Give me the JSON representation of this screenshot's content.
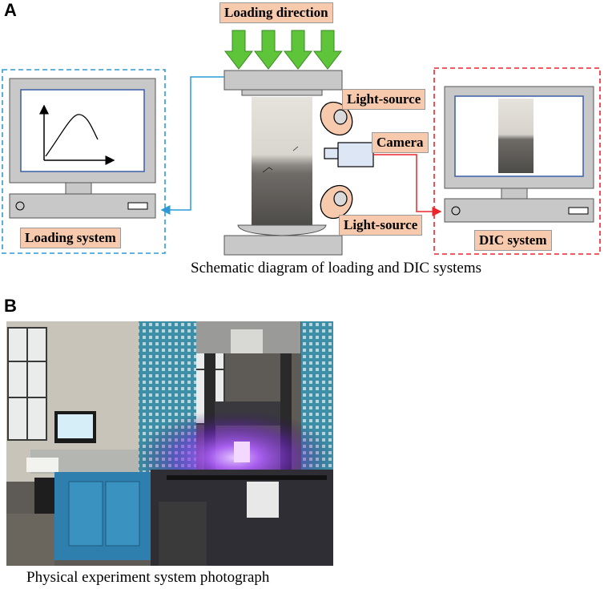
{
  "panels": {
    "a": {
      "letter": "A"
    },
    "b": {
      "letter": "B"
    }
  },
  "labels": {
    "loading_direction": "Loading direction",
    "light_source_top": "Light-source",
    "camera": "Camera",
    "light_source_bottom": "Light-source",
    "loading_system": "Loading system",
    "dic_system": "DIC system"
  },
  "captions": {
    "schematic": "Schematic diagram of loading and DIC systems",
    "photo": "Physical experiment system photograph"
  },
  "colors": {
    "label_fill": "#f7c9ad",
    "arrow_green": "#5ec43a",
    "loading_box": "#2d9ad6",
    "dic_box": "#e8262c",
    "monitor_gray": "#c8c8c8",
    "screen_blue": "#3a5fa8",
    "laser_purple": "#8a30ff"
  },
  "icons": {
    "load_arrows": "down-arrow-icon",
    "camera": "camera-icon",
    "light": "light-source-icon",
    "monitor": "monitor-icon"
  }
}
